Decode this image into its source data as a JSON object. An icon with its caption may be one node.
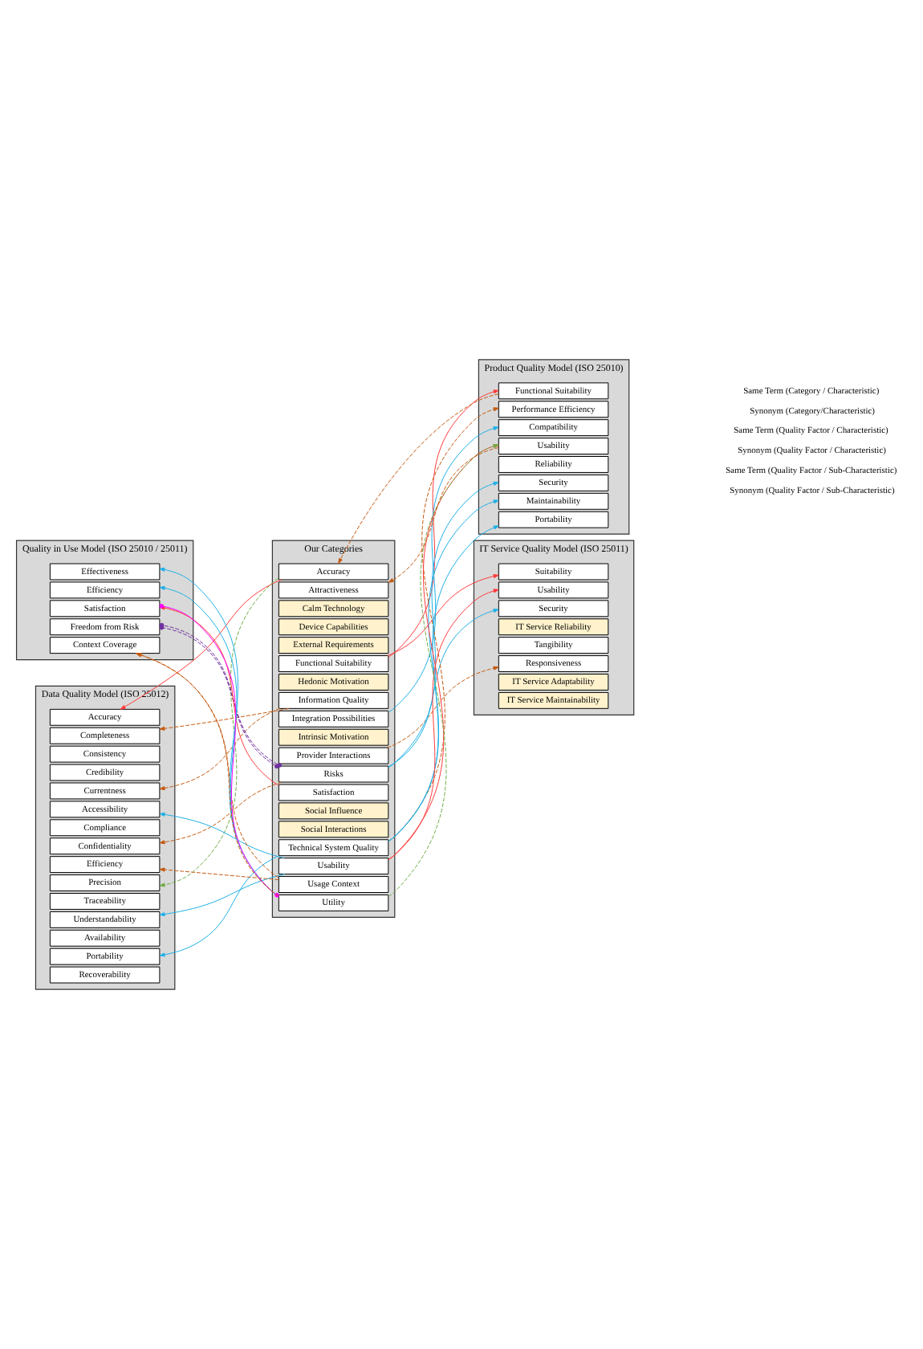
{
  "diagram": {
    "nodes": [
      {
        "text": [
          "Quality in Use Model (ISO 25010 / 25011)"
        ]
      },
      {
        "text": [
          "Effectiveness"
        ],
        "in": 0
      },
      {
        "text": [
          "Efficiency"
        ],
        "in": 0
      },
      {
        "text": [
          "Satisfaction"
        ],
        "in": 0
      },
      {
        "text": [
          "Freedom from Risk"
        ],
        "in": 0
      },
      {
        "text": [
          "Context Coverage"
        ],
        "in": 0
      },
      {
        "text": [
          "Data Quality Model (ISO 25012)"
        ]
      },
      {
        "text": [
          "Accuracy"
        ],
        "in": 6
      },
      {
        "text": [
          "Completeness"
        ],
        "in": 6
      },
      {
        "text": [
          "Consistency"
        ],
        "in": 6
      },
      {
        "text": [
          "Credibility"
        ],
        "in": 6
      },
      {
        "text": [
          "Currentness"
        ],
        "in": 6
      },
      {
        "text": [
          "Accessibility"
        ],
        "in": 6
      },
      {
        "text": [
          "Compliance"
        ],
        "in": 6
      },
      {
        "text": [
          "Confidentiality"
        ],
        "in": 6
      },
      {
        "text": [
          "Efficiency"
        ],
        "in": 6
      },
      {
        "text": [
          "Precision"
        ],
        "in": 6
      },
      {
        "text": [
          "Traceability"
        ],
        "in": 6
      },
      {
        "text": [
          "Understandability"
        ],
        "in": 6
      },
      {
        "text": [
          "Availability"
        ],
        "in": 6
      },
      {
        "text": [
          "Portability"
        ],
        "in": 6
      },
      {
        "text": [
          "Recoverability"
        ],
        "in": 6
      },
      {
        "text": [
          "Our Categories"
        ]
      },
      {
        "text": [
          "Accuracy"
        ],
        "in": 22
      },
      {
        "text": [
          "Attractiveness"
        ],
        "in": 22
      },
      {
        "text": [
          "Calm Technology"
        ],
        "in": 22
      },
      {
        "text": [
          "Device Capabilities"
        ],
        "in": 22
      },
      {
        "text": [
          "External Requirements"
        ],
        "in": 22
      },
      {
        "text": [
          "Functional Suitability"
        ],
        "in": 22
      },
      {
        "text": [
          "Hedonic Motivation"
        ],
        "in": 22
      },
      {
        "text": [
          "Information Quality"
        ],
        "in": 22
      },
      {
        "text": [
          "Integration Possibilities"
        ],
        "in": 22
      },
      {
        "text": [
          "Intrinsic Motivation"
        ],
        "in": 22
      },
      {
        "text": [
          "Provider Interactions"
        ],
        "in": 22
      },
      {
        "text": [
          "Risks"
        ],
        "in": 22
      },
      {
        "text": [
          "Satisfaction"
        ],
        "in": 22
      },
      {
        "text": [
          "Social Influence"
        ],
        "in": 22
      },
      {
        "text": [
          "Social Interactions"
        ],
        "in": 22
      },
      {
        "text": [
          "Technical System Quality"
        ],
        "in": 22
      },
      {
        "text": [
          "Usability"
        ],
        "in": 22
      },
      {
        "text": [
          "Usage Context"
        ],
        "in": 22
      },
      {
        "text": [
          "Utility"
        ],
        "in": 22
      },
      {
        "text": [
          "Product Quality Model (ISO 25010)"
        ]
      },
      {
        "text": [
          "Functional Suitability"
        ],
        "in": 42
      },
      {
        "text": [
          "Performance Efficiency"
        ],
        "in": 42
      },
      {
        "text": [
          "Compatibility"
        ],
        "in": 42
      },
      {
        "text": [
          "Usability"
        ],
        "in": 42
      },
      {
        "text": [
          "Reliability"
        ],
        "in": 42
      },
      {
        "text": [
          "Security"
        ],
        "in": 42
      },
      {
        "text": [
          "Maintainability"
        ],
        "in": 42
      },
      {
        "text": [
          "Portability"
        ],
        "in": 42
      },
      {
        "text": [
          "IT Service Quality Model (ISO 25011)"
        ]
      },
      {
        "text": [
          "Suitability"
        ],
        "in": 51
      },
      {
        "text": [
          "Usability"
        ],
        "in": 51
      },
      {
        "text": [
          "Security"
        ],
        "in": 51
      },
      {
        "text": [
          "IT Service Reliability"
        ],
        "in": 51
      },
      {
        "text": [
          "Tangibility"
        ],
        "in": 51
      },
      {
        "text": [
          "Responsiveness"
        ],
        "in": 51
      },
      {
        "text": [
          "IT Service Adaptability"
        ],
        "in": 51
      },
      {
        "text": [
          "IT Service Maintainability"
        ],
        "in": 51
      }
    ],
    "edges": [
      {
        "from": 23,
        "to": 7,
        "arrow": "to",
        "color": "#ff3b3b"
      },
      {
        "from": 23,
        "to": 16,
        "arrow": "to",
        "style": "dashed",
        "color": "#70ad47"
      },
      {
        "from": 30,
        "to": 8,
        "arrow": "to",
        "style": "dashed",
        "color": "#c55a11"
      },
      {
        "from": 30,
        "to": 11,
        "arrow": "to",
        "style": "dashed",
        "color": "#c55a11"
      },
      {
        "from": 34,
        "to": 4,
        "arrow": "other",
        "style": "dashed",
        "color": "#7030a0"
      },
      {
        "from": 34,
        "to": 4,
        "arrow": "other",
        "style": "dashed",
        "color": "#7030a0"
      },
      {
        "from": 34,
        "to": 14,
        "arrow": "to",
        "style": "dashed",
        "color": "#c55a11"
      },
      {
        "from": 35,
        "to": 3,
        "arrow": "to",
        "color": "#ff3b3b"
      },
      {
        "from": 38,
        "to": 20,
        "arrow": "to",
        "color": "#1fb0e6"
      },
      {
        "from": 39,
        "to": 12,
        "arrow": "to",
        "color": "#1fb0e6"
      },
      {
        "from": 39,
        "to": 18,
        "arrow": "to",
        "color": "#1fb0e6"
      },
      {
        "from": 40,
        "to": 5,
        "arrow": "to",
        "style": "dashed",
        "color": "#c55a11"
      },
      {
        "from": 40,
        "to": 15,
        "arrow": "to",
        "style": "dashed",
        "color": "#c55a11"
      },
      {
        "from": 41,
        "to": 1,
        "arrow": "to",
        "color": "#1fb0e6"
      },
      {
        "from": 41,
        "to": 2,
        "arrow": "to",
        "color": "#1fb0e6"
      },
      {
        "from": 41,
        "to": 3,
        "arrow": "other",
        "color": "#ff00ff"
      },
      {
        "from": 41,
        "to": 5,
        "arrow": "to",
        "style": "dashed",
        "color": "#c55a11"
      },
      {
        "from": 43,
        "to": 23,
        "arrow": "to",
        "style": "dashed",
        "color": "#c55a11"
      },
      {
        "from": 46,
        "to": 24,
        "arrow": "to",
        "style": "dashed",
        "color": "#c55a11"
      },
      {
        "from": 28,
        "to": 43,
        "arrow": "to",
        "color": "#ff3b3b"
      },
      {
        "from": 28,
        "to": 52,
        "arrow": "to",
        "color": "#ff3b3b"
      },
      {
        "from": 31,
        "to": 45,
        "arrow": "to",
        "color": "#1fb0e6"
      },
      {
        "from": 33,
        "to": 57,
        "arrow": "to",
        "style": "dashed",
        "color": "#c55a11"
      },
      {
        "from": 34,
        "to": 48,
        "arrow": "to",
        "color": "#1fb0e6"
      },
      {
        "from": 34,
        "to": 54,
        "arrow": "to",
        "color": "#1fb0e6"
      },
      {
        "from": 38,
        "to": 44,
        "arrow": "to",
        "style": "dashed",
        "color": "#c55a11"
      },
      {
        "from": 38,
        "to": 49,
        "arrow": "to",
        "color": "#1fb0e6"
      },
      {
        "from": 38,
        "to": 50,
        "arrow": "to",
        "color": "#1fb0e6"
      },
      {
        "from": 39,
        "to": 46,
        "arrow": "to",
        "color": "#ff3b3b"
      },
      {
        "from": 39,
        "to": 53,
        "arrow": "to",
        "color": "#ff3b3b"
      },
      {
        "from": 41,
        "to": 46,
        "arrow": "to",
        "style": "dashed",
        "color": "#70ad47"
      }
    ],
    "legend": [
      {
        "text": "Same Term (Category / Characteristic)"
      },
      {
        "text": "Synonym (Category/Characteristic)"
      },
      {
        "text": "Same Term (Quality Factor / Characteristic)"
      },
      {
        "text": "Synonym (Quality Factor / Characteristic)"
      },
      {
        "text": "Same Term (Quality Factor / Sub-Characteristic)"
      },
      {
        "text": "Synonym (Quality Factor / Sub-Characteristic)"
      }
    ]
  }
}
